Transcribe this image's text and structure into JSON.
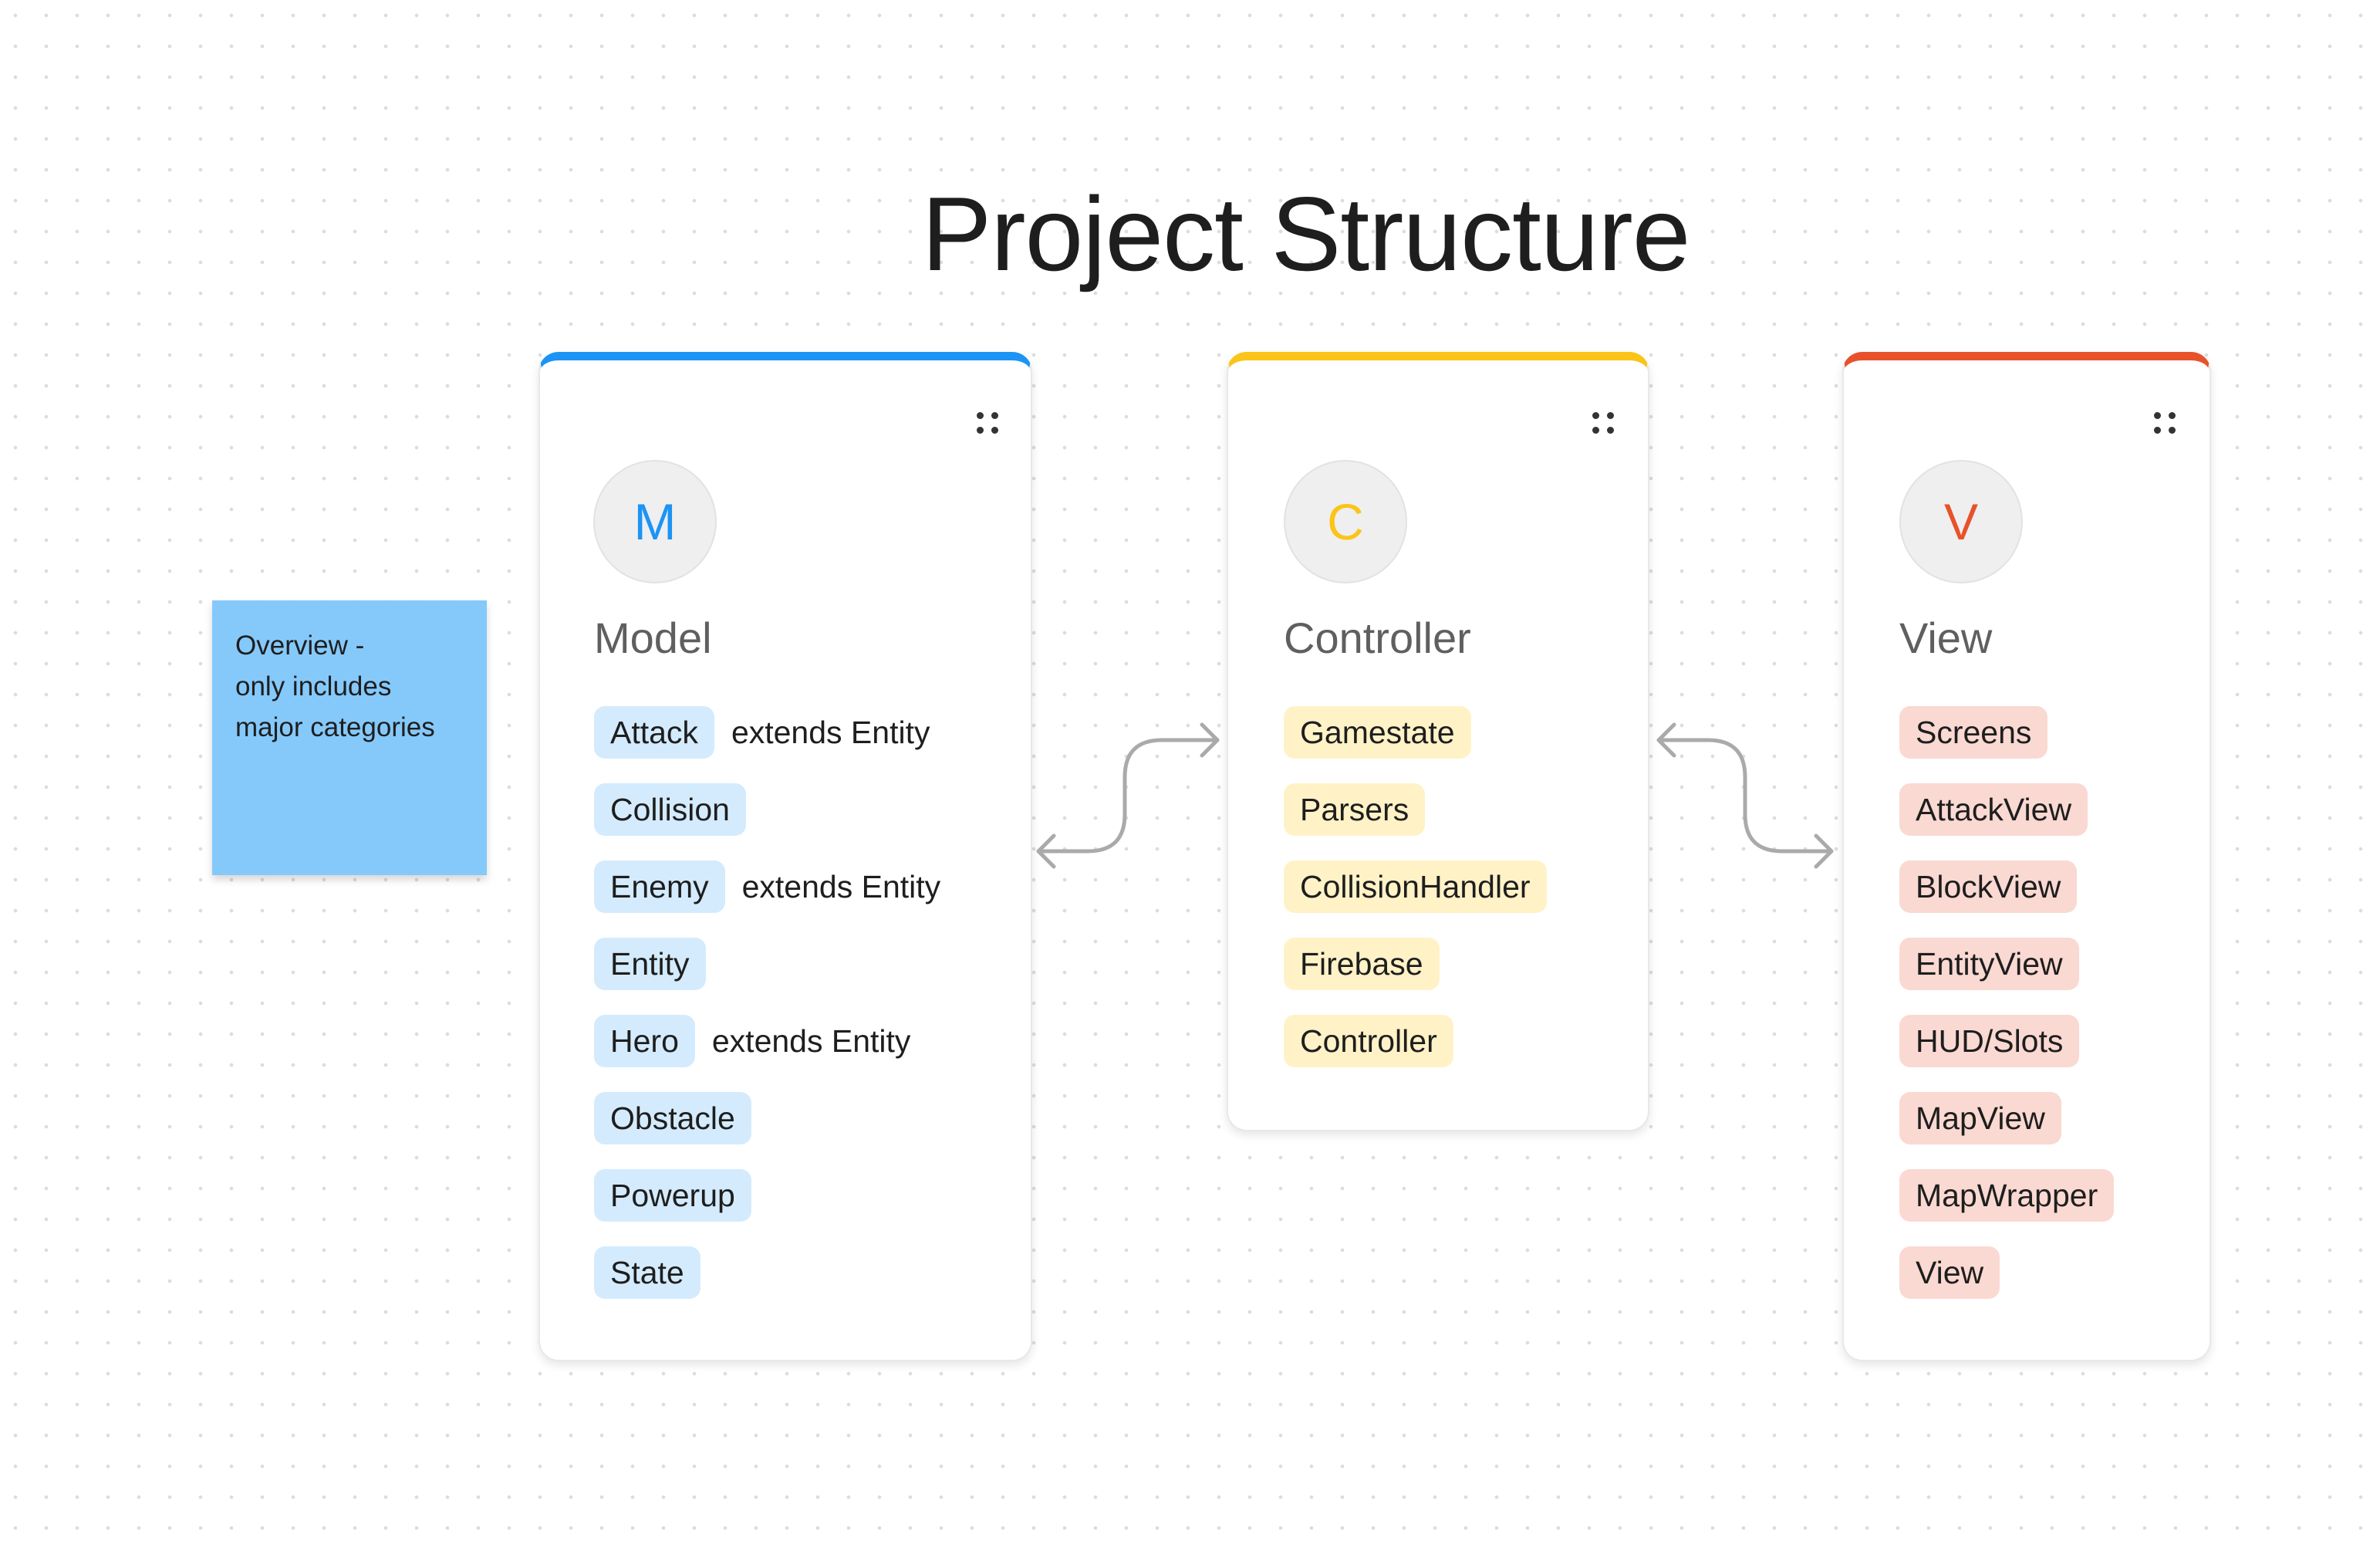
{
  "title": "Project Structure",
  "sticky_note": {
    "lines": [
      "Overview -",
      "only includes",
      "major categories"
    ],
    "color": "#85c9fb"
  },
  "colors": {
    "model_accent": "#1b94f5",
    "model_tag": "#d4ebfd",
    "controller_accent": "#fbc418",
    "controller_tag": "#fff2c7",
    "view_accent": "#e8522a",
    "view_tag": "#fad9d2",
    "connector": "#aaaaaa"
  },
  "cards": {
    "model": {
      "letter": "M",
      "title": "Model",
      "drag_icon": "drag-handle-icon",
      "items": [
        {
          "label": "Attack",
          "note": "extends Entity"
        },
        {
          "label": "Collision",
          "note": ""
        },
        {
          "label": "Enemy",
          "note": "extends Entity"
        },
        {
          "label": "Entity",
          "note": ""
        },
        {
          "label": "Hero",
          "note": "extends Entity"
        },
        {
          "label": "Obstacle",
          "note": ""
        },
        {
          "label": "Powerup",
          "note": ""
        },
        {
          "label": "State",
          "note": ""
        }
      ]
    },
    "controller": {
      "letter": "C",
      "title": "Controller",
      "drag_icon": "drag-handle-icon",
      "items": [
        {
          "label": "Gamestate"
        },
        {
          "label": "Parsers"
        },
        {
          "label": "CollisionHandler"
        },
        {
          "label": "Firebase"
        },
        {
          "label": "Controller"
        }
      ]
    },
    "view": {
      "letter": "V",
      "title": "View",
      "drag_icon": "drag-handle-icon",
      "items": [
        {
          "label": "Screens"
        },
        {
          "label": "AttackView"
        },
        {
          "label": "BlockView"
        },
        {
          "label": "EntityView"
        },
        {
          "label": "HUD/Slots"
        },
        {
          "label": "MapView"
        },
        {
          "label": "MapWrapper"
        },
        {
          "label": "View"
        }
      ]
    }
  },
  "connectors": [
    {
      "from": "model",
      "to": "controller",
      "direction": "bidirectional"
    },
    {
      "from": "controller",
      "to": "view",
      "direction": "bidirectional"
    }
  ]
}
